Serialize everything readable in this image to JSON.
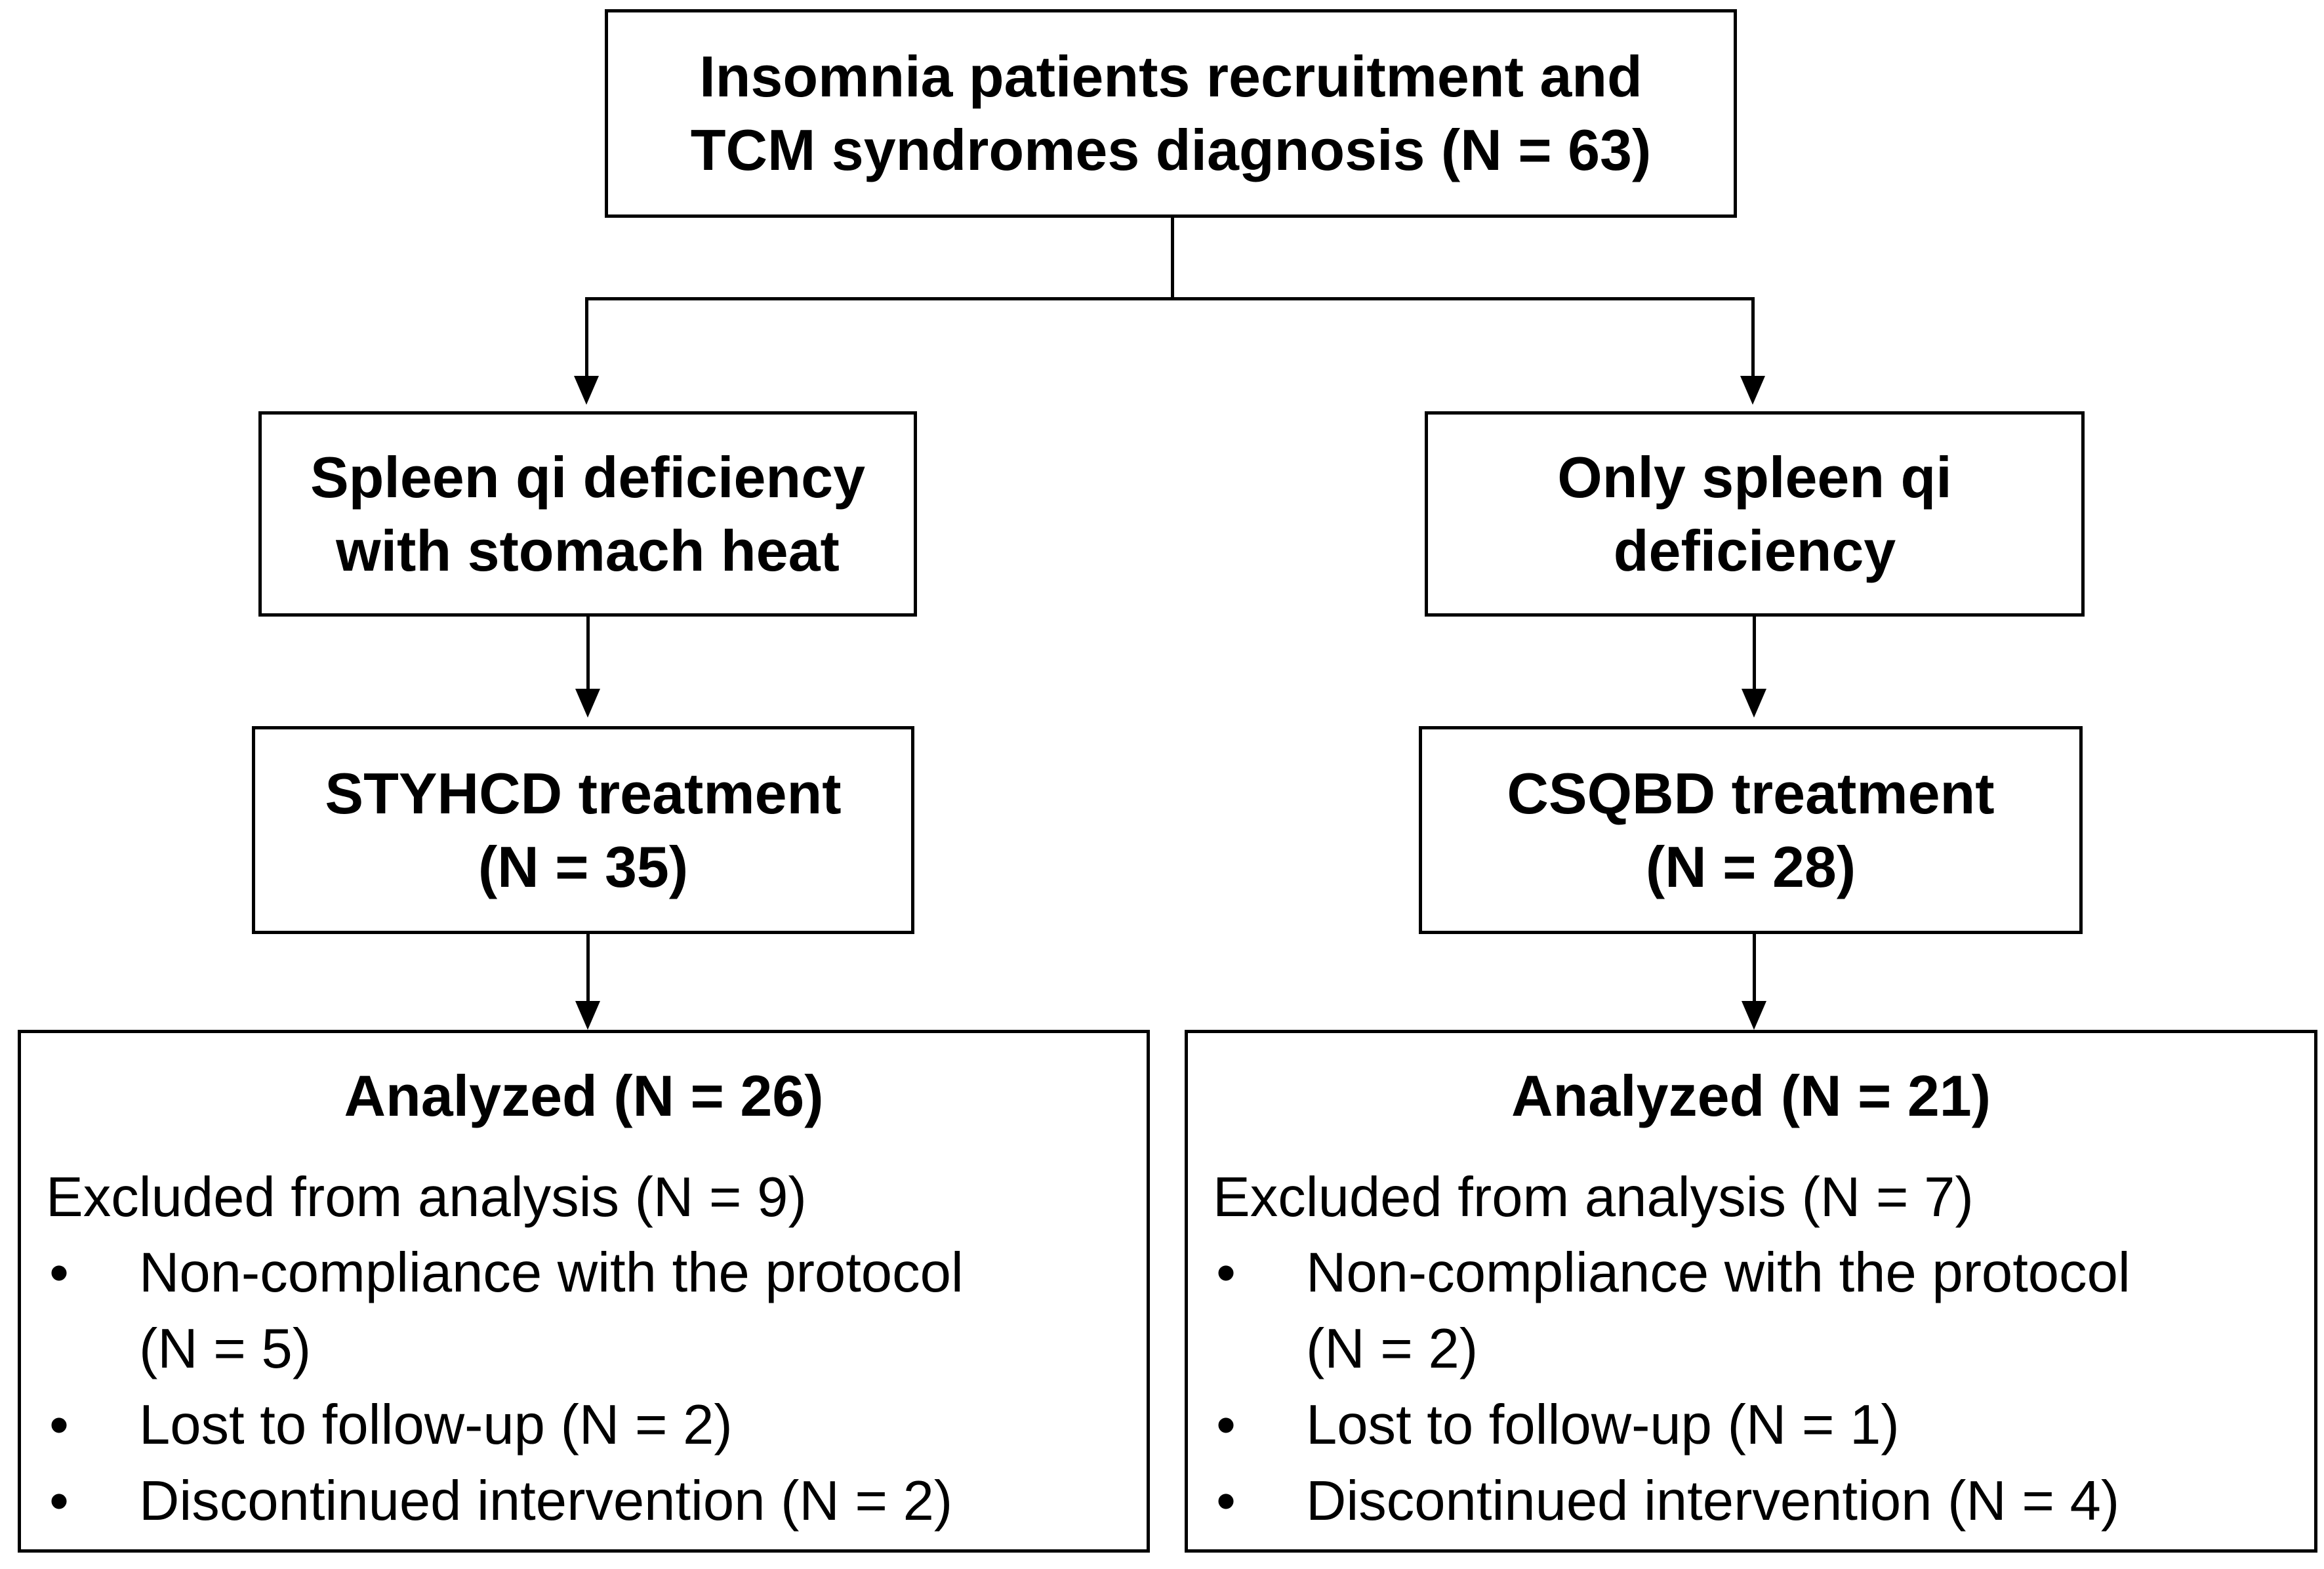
{
  "top": {
    "line1": "Insomnia patients recruitment and",
    "line2": "TCM syndromes diagnosis (N = 63)"
  },
  "left": {
    "syndrome": {
      "line1": "Spleen qi deficiency",
      "line2": "with stomach heat"
    },
    "treatment": {
      "line1": "STYHCD treatment",
      "line2": "(N = 35)"
    },
    "analysis": {
      "title": "Analyzed (N = 26)",
      "excluded": "Excluded from analysis (N = 9)",
      "reasons": [
        {
          "bullet": "•",
          "line1": "Non-compliance with the protocol",
          "line2": "(N = 5)"
        },
        {
          "bullet": "•",
          "line1": "Lost to follow-up (N = 2)"
        },
        {
          "bullet": "•",
          "line1": "Discontinued intervention (N = 2)"
        }
      ]
    }
  },
  "right": {
    "syndrome": {
      "line1": "Only spleen qi",
      "line2": "deficiency"
    },
    "treatment": {
      "line1": "CSQBD treatment",
      "line2": "(N = 28)"
    },
    "analysis": {
      "title": "Analyzed (N = 21)",
      "excluded": "Excluded from analysis (N = 7)",
      "reasons": [
        {
          "bullet": "•",
          "line1": "Non-compliance with the protocol",
          "line2": "(N = 2)"
        },
        {
          "bullet": "•",
          "line1": "Lost to follow-up (N = 1)"
        },
        {
          "bullet": "•",
          "line1": "Discontinued intervention (N = 4)"
        }
      ]
    }
  }
}
